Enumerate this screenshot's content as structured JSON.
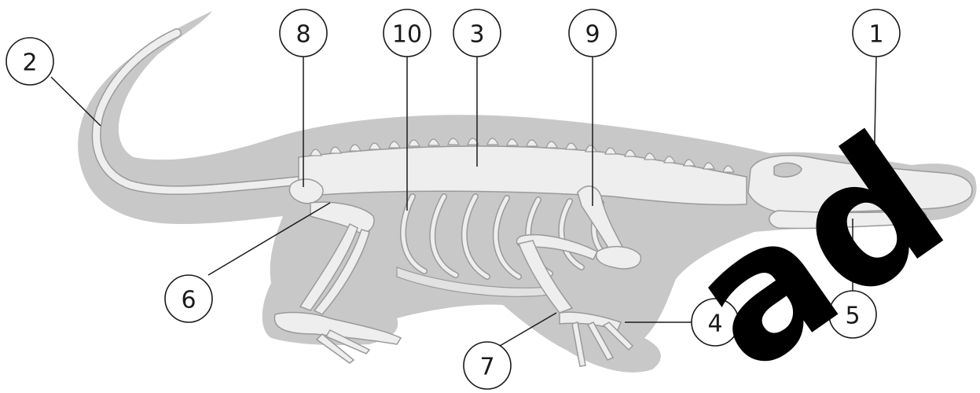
{
  "colors": {
    "silhouette": "#c8c8c8",
    "bone": "#eeeeee",
    "bone_outline": "#9a9a9a",
    "bone_shade": "#d6d6d6",
    "watermark": "#000000",
    "label_circle_stroke": "#1a1a1a"
  },
  "labels": [
    {
      "id": "1",
      "text": "1"
    },
    {
      "id": "2",
      "text": "2"
    },
    {
      "id": "3",
      "text": "3"
    },
    {
      "id": "4",
      "text": "4"
    },
    {
      "id": "5",
      "text": "5"
    },
    {
      "id": "6",
      "text": "6"
    },
    {
      "id": "7",
      "text": "7"
    },
    {
      "id": "8",
      "text": "8"
    },
    {
      "id": "9",
      "text": "9"
    },
    {
      "id": "10",
      "text": "10"
    }
  ],
  "watermark_text": "ad"
}
